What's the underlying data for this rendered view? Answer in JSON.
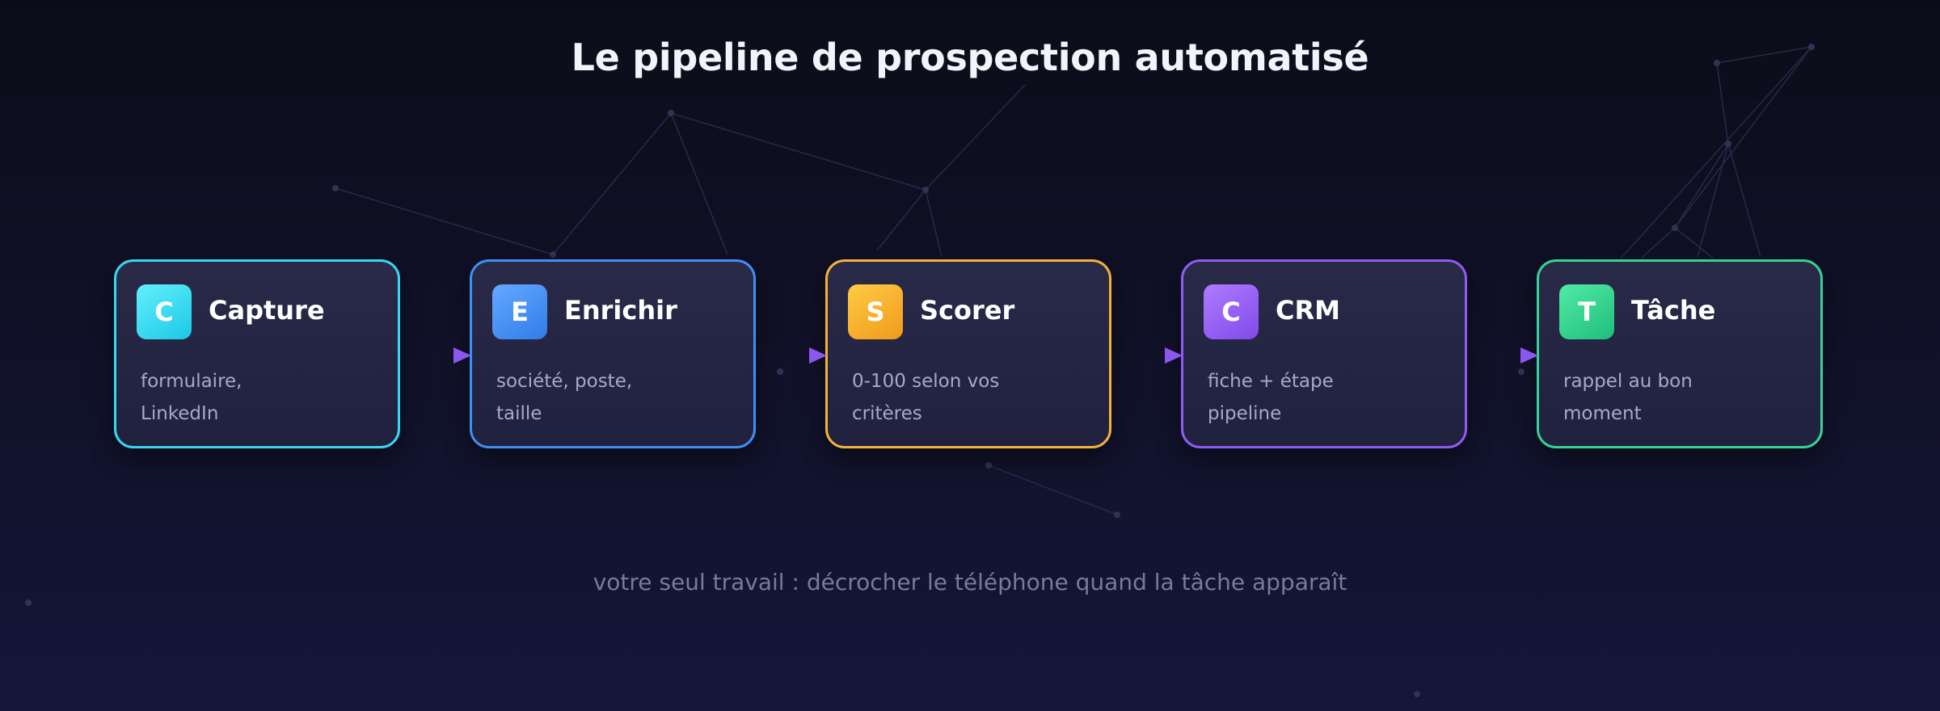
{
  "title": "Le pipeline de prospection automatisé",
  "steps": [
    {
      "badge": "C",
      "title": "Capture",
      "desc_line1": "formulaire,",
      "desc_line2": "LinkedIn",
      "border": "#37d8ef",
      "badge_from": "#62f0ff",
      "badge_to": "#1cc8e3"
    },
    {
      "badge": "E",
      "title": "Enrichir",
      "desc_line1": "société, poste,",
      "desc_line2": "taille",
      "border": "#3f8ff5",
      "badge_from": "#66a8ff",
      "badge_to": "#2f7de8"
    },
    {
      "badge": "S",
      "title": "Scorer",
      "desc_line1": "0-100 selon vos",
      "desc_line2": "critères",
      "border": "#f3b23a",
      "badge_from": "#ffcb46",
      "badge_to": "#f09a1a"
    },
    {
      "badge": "C",
      "title": "CRM",
      "desc_line1": "fiche + étape",
      "desc_line2": "pipeline",
      "border": "#8e5cf3",
      "badge_from": "#b07bff",
      "badge_to": "#7f4ae9"
    },
    {
      "badge": "T",
      "title": "Tâche",
      "desc_line1": "rappel au bon",
      "desc_line2": "moment",
      "border": "#34d394",
      "badge_from": "#50eba5",
      "badge_to": "#20bd7c"
    }
  ],
  "connector_colors": {
    "start": "#3fa6f2",
    "end": "#8c57ef"
  },
  "footer": "votre seul travail : décrocher le téléphone quand la tâche apparaît"
}
